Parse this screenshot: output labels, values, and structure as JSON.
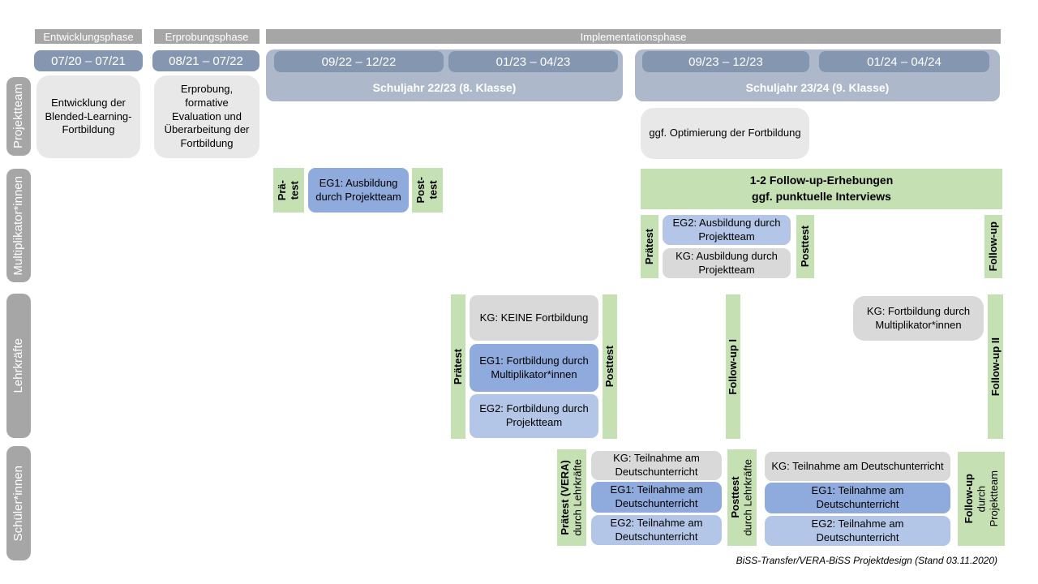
{
  "colors": {
    "phase_header": "#a6a6a6",
    "row_label": "#a6a6a6",
    "date_bar": "#8496b0",
    "school_year_bar": "#adb9ca",
    "light_box": "#e9e8e8",
    "green": "#c5e0b3",
    "eg1_blue": "#8faadc",
    "eg2_blue": "#b4c6e7",
    "kg_gray": "#d9d9d9"
  },
  "phases": {
    "entwicklung": "Entwicklungsphase",
    "erprobung": "Erprobungsphase",
    "implementation": "Implementationsphase"
  },
  "dates": {
    "d1": "07/20 – 07/21",
    "d2": "08/21 – 07/22",
    "d3": "09/22 – 12/22",
    "d4": "01/23 – 04/23",
    "d5": "09/23 – 12/23",
    "d6": "01/24 – 04/24"
  },
  "school_years": {
    "y1": "Schuljahr 22/23 (8. Klasse)",
    "y2": "Schuljahr 23/24 (9. Klasse)"
  },
  "rows": {
    "projektteam": "Projektteam",
    "multiplikatoren": "Multiplikator*innen",
    "lehrkraefte": "Lehrkräfte",
    "schueler": "Schüler*innen"
  },
  "projektteam": {
    "entwicklung_box": "Entwicklung der Blended-Learning-Fortbildung",
    "erprobung_box": "Erprobung, formative Evaluation und Überarbeitung der Fortbildung",
    "optimierung_box": "ggf. Optimierung der Fortbildung"
  },
  "multiplikatoren": {
    "praetest_short": {
      "line1": "Prä-",
      "line2": "test"
    },
    "eg1": "EG1: Ausbildung durch Projektteam",
    "posttest_short": {
      "line1": "Post-",
      "line2": "test"
    },
    "followup_box": {
      "line1": "1-2 Follow-up-Erhebungen",
      "line2": "ggf. punktuelle Interviews"
    },
    "praetest": "Prätest",
    "eg2": "EG2: Ausbildung durch Projektteam",
    "kg": "KG: Ausbildung durch Projektteam",
    "posttest": "Posttest",
    "followup": "Follow-up"
  },
  "lehrkraefte": {
    "praetest": "Prätest",
    "kg_keine": "KG: KEINE Fortbildung",
    "eg1": "EG1: Fortbildung durch Multiplikator*innen",
    "eg2": "EG2: Fortbildung durch Projektteam",
    "posttest": "Posttest",
    "followup1": "Follow-up I",
    "kg_fortbildung": "KG: Fortbildung durch Multiplikator*innen",
    "followup2": "Follow-up II"
  },
  "schueler": {
    "praetest": {
      "line1": "Prätest (VERA)",
      "line2": "durch Lehrkräfte"
    },
    "kg1": "KG: Teilnahme am Deutschunterricht",
    "eg1_1": "EG1: Teilnahme am Deutschunterricht",
    "eg2_1": "EG2: Teilnahme am Deutschunterricht",
    "posttest": {
      "line1": "Posttest",
      "line2": "durch Lehrkräfte"
    },
    "kg2": "KG: Teilnahme am Deutschunterricht",
    "eg1_2": "EG1: Teilnahme am Deutschunterricht",
    "eg2_2": "EG2: Teilnahme am Deutschunterricht",
    "followup": {
      "line1": "Follow-up",
      "line2": "durch",
      "line3": "Projektteam"
    }
  },
  "footnote": "BiSS-Transfer/VERA-BiSS Projektdesign (Stand 03.11.2020)"
}
